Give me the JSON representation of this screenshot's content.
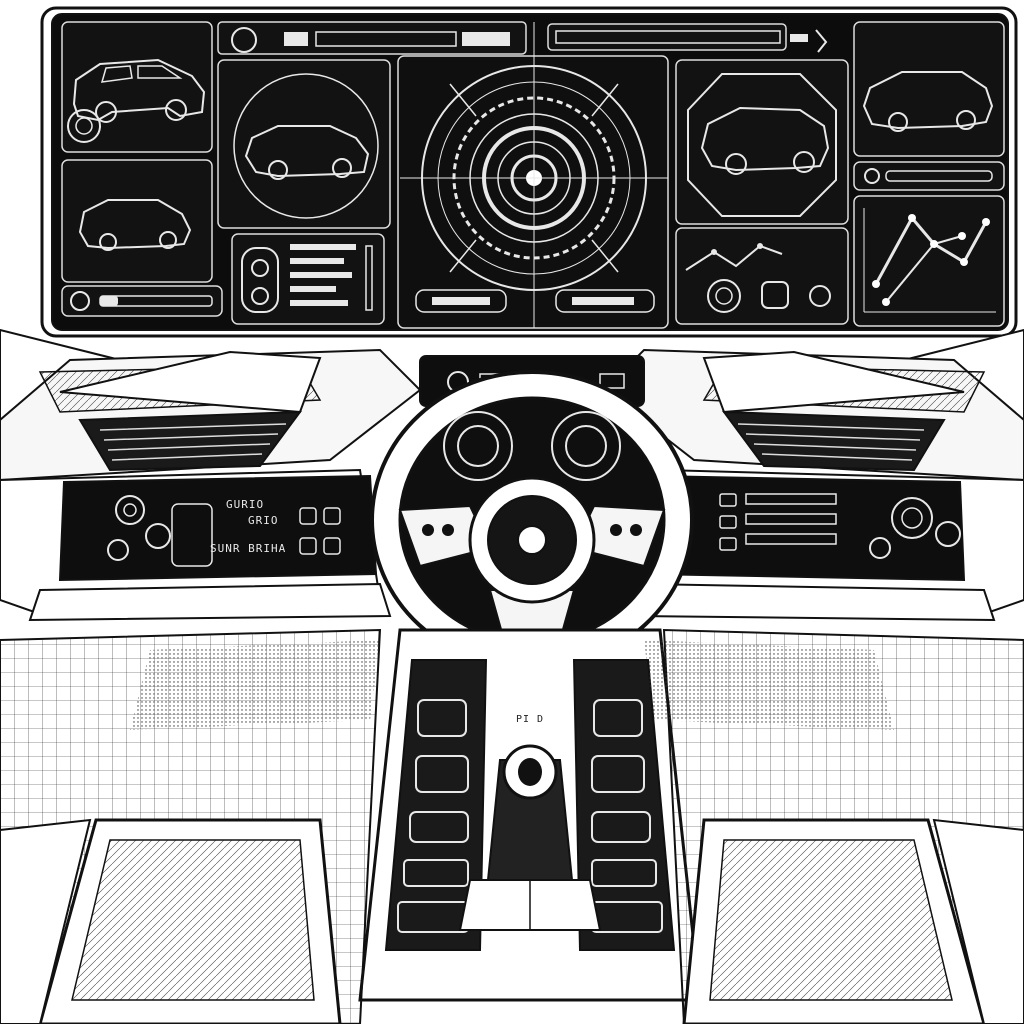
{
  "scene": "futuristic car cockpit line-art illustration",
  "colors": {
    "ink": "#111111",
    "panel": "#0c0c0c",
    "paper": "#ffffff",
    "line": "#e6e6e6"
  },
  "labels": {
    "left_console_line1": "GURIO",
    "left_console_line2": "GRIO",
    "left_console_line3": "SUNR BRIHA",
    "center_tunnel": "PI D"
  },
  "icons": [
    "car-icon",
    "gauge-icon",
    "radar-icon",
    "chart-icon",
    "toggle-icon",
    "knob-icon"
  ]
}
